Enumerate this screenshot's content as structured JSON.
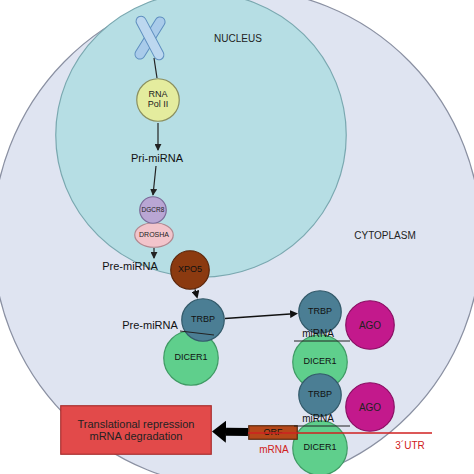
{
  "diagram": {
    "nodes": [
      {
        "text": [
          "CYTOPLASM"
        ]
      },
      {
        "text": [
          "NUCLEUS"
        ],
        "in": 0
      },
      {
        "text": [
          "RNA Pol II"
        ],
        "in": 1
      },
      {
        "text": [
          "DGCR8"
        ],
        "in": 1
      },
      {
        "text": [
          "DROSHA"
        ],
        "in": 1
      },
      {
        "text": [
          "XPO5"
        ],
        "in": 1
      },
      {
        "text": [
          "TRBP"
        ],
        "in": 0
      },
      {
        "text": [
          "DICER1"
        ],
        "in": 0
      },
      {
        "text": [
          "TRBP"
        ],
        "in": 0
      },
      {
        "text": [
          "AGO"
        ],
        "in": 0
      },
      {
        "text": [
          "DICER1"
        ],
        "in": 0
      },
      {
        "text": [
          "TRBP"
        ],
        "in": 0
      },
      {
        "text": [
          "AGO"
        ],
        "in": 0
      },
      {
        "text": [
          "DICER1"
        ],
        "in": 0
      },
      {
        "text": [
          "ORF"
        ],
        "in": 0
      },
      {
        "text": [
          "Translational repression mRNA degradation"
        ],
        "in": 0
      }
    ],
    "edges": [
      {
        "from": 5,
        "to": 6,
        "arrow": "to"
      },
      {
        "from": 6,
        "to": 8,
        "arrow": "to"
      },
      {
        "from": 14,
        "to": 15,
        "arrow": "to"
      }
    ],
    "labels": [
      "Pri-miRNA",
      "Pre-miRNA",
      "Pre-miRNA",
      "miRNA",
      "miRNA",
      "mRNA",
      "3´UTR"
    ]
  }
}
